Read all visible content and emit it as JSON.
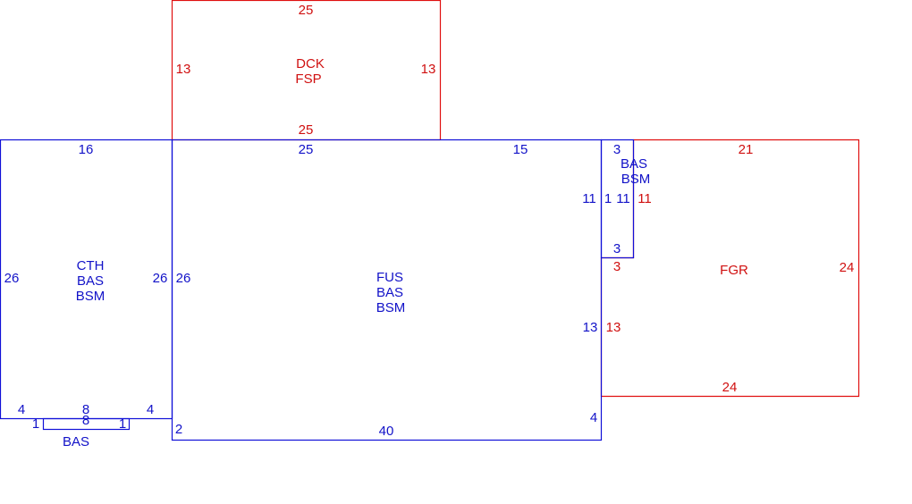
{
  "colors": {
    "living_area": "#1212c8",
    "non_living_area": "#d01010"
  },
  "areas": {
    "dck": {
      "codes": [
        "DCK",
        "FSP"
      ],
      "dims": {
        "top": "25",
        "left": "13",
        "right": "13",
        "bottom": "25"
      }
    },
    "cth": {
      "codes": [
        "CTH",
        "BAS",
        "BSM"
      ],
      "dims": {
        "top": "16",
        "left": "26",
        "right": "26",
        "bottom_left": "4",
        "bottom_mid": "8",
        "bottom_right": "4"
      }
    },
    "fus": {
      "codes": [
        "FUS",
        "BAS",
        "BSM"
      ],
      "dims": {
        "top_left": "25",
        "top_right": "15",
        "left": "26",
        "right_upper": "11",
        "right_lower": "13",
        "right_step": "4",
        "bottom": "40",
        "left_step": "2"
      }
    },
    "bas_small": {
      "codes": [
        "BAS",
        "BSM"
      ],
      "dims": {
        "top": "3",
        "left": "1",
        "right": "11",
        "bottom": "3"
      }
    },
    "fgr": {
      "codes": [
        "FGR"
      ],
      "dims": {
        "top": "21",
        "left_top": "11",
        "left_step": "3",
        "left": "13",
        "right": "24",
        "bottom": "24"
      }
    },
    "bas_strip": {
      "codes": [
        "BAS"
      ],
      "dims": {
        "left": "1",
        "top": "8",
        "right": "1"
      }
    }
  }
}
